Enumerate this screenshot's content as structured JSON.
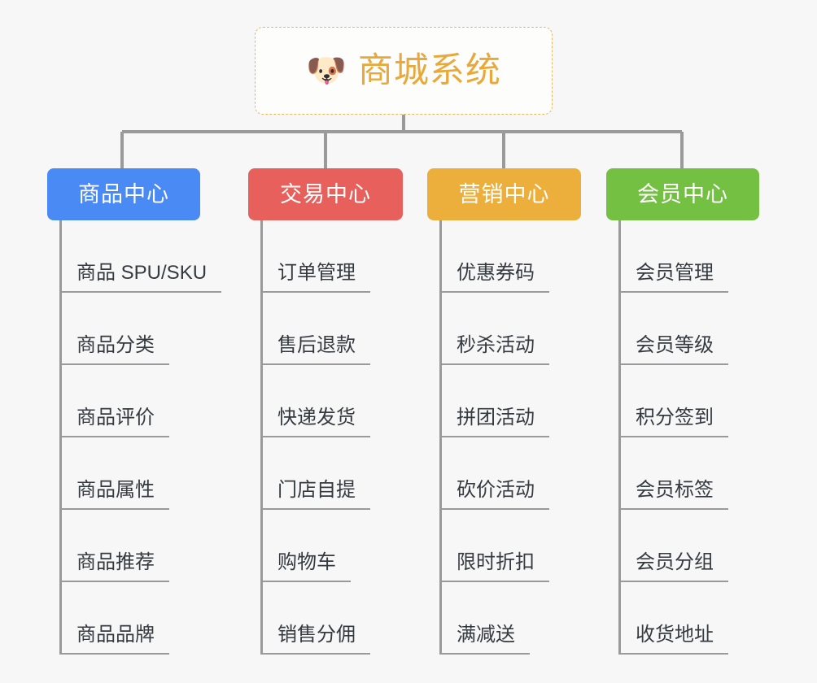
{
  "diagram": {
    "type": "mindmap-tree",
    "background_color": "#f7f7f7",
    "connector_color": "#9a9a9a",
    "root": {
      "title": "商城系统",
      "emoji": "🐶",
      "emoji_name": "shiba-dog-face",
      "text_color": "#e8a93a",
      "border_color": "#e8b861",
      "background_color": "#fdfdfb"
    },
    "categories": [
      {
        "label": "商品中心",
        "color": "#4a8af4",
        "items": [
          "商品 SPU/SKU",
          "商品分类",
          "商品评价",
          "商品属性",
          "商品推荐",
          "商品品牌"
        ]
      },
      {
        "label": "交易中心",
        "color": "#e8605b",
        "items": [
          "订单管理",
          "售后退款",
          "快递发货",
          "门店自提",
          "购物车",
          "销售分佣"
        ]
      },
      {
        "label": "营销中心",
        "color": "#edaf3c",
        "items": [
          "优惠券码",
          "秒杀活动",
          "拼团活动",
          "砍价活动",
          "限时折扣",
          "满减送"
        ]
      },
      {
        "label": "会员中心",
        "color": "#74c council",
        "items": [
          "会员管理",
          "会员等级",
          "积分签到",
          "会员标签",
          "会员分组",
          "收货地址"
        ]
      }
    ]
  }
}
